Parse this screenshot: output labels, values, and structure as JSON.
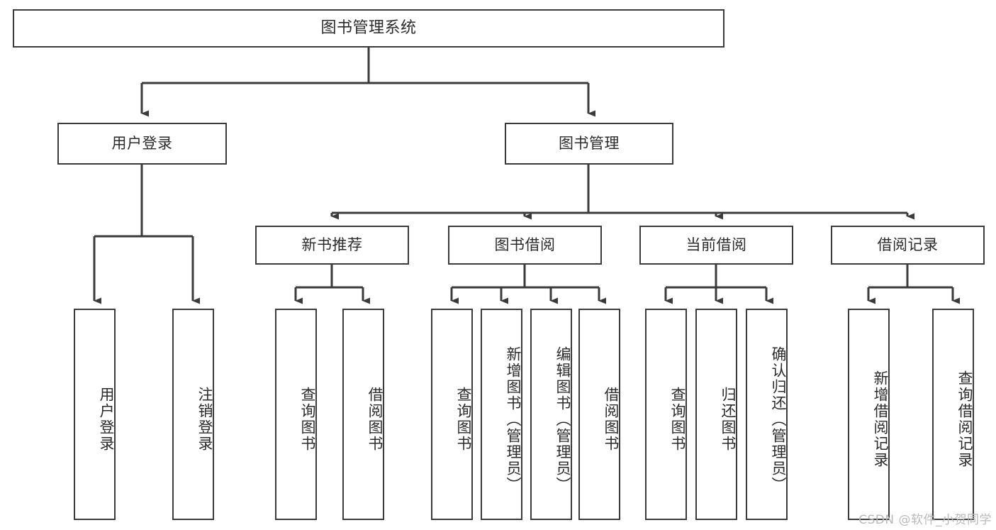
{
  "diagram": {
    "title": "图书管理系统",
    "watermark": "CSDN @软件_小贺同学",
    "colors": {
      "box_border": "#3b3b3b",
      "box_fill": "#ffffff",
      "edge": "#3b3b3b",
      "text": "#2b2b2b",
      "watermark": "#b9b9b9",
      "background": "#ffffff"
    },
    "levels": {
      "root": {
        "label": "图书管理系统"
      },
      "level1": [
        {
          "label": "用户登录"
        },
        {
          "label": "图书管理"
        }
      ],
      "level2": [
        {
          "label": "新书推荐"
        },
        {
          "label": "图书借阅"
        },
        {
          "label": "当前借阅"
        },
        {
          "label": "借阅记录"
        }
      ],
      "leaves": {
        "user_login": [
          {
            "label": "用户登录"
          },
          {
            "label": "注销登录"
          }
        ],
        "new_book_recommend": [
          {
            "label": "查询图书"
          },
          {
            "label": "借阅图书"
          }
        ],
        "book_borrow": [
          {
            "label": "查询图书"
          },
          {
            "label": "新增图书（管理员）"
          },
          {
            "label": "编辑图书（管理员）"
          },
          {
            "label": "借阅图书"
          }
        ],
        "current_borrow": [
          {
            "label": "查询图书"
          },
          {
            "label": "归还图书"
          },
          {
            "label": "确认归还（管理员）"
          }
        ],
        "borrow_record": [
          {
            "label": "新增借阅记录"
          },
          {
            "label": "查询借阅记录"
          }
        ]
      }
    }
  }
}
